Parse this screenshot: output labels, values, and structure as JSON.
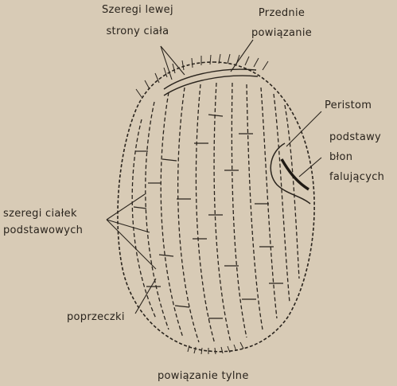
{
  "labels": {
    "left_rows": [
      "Szeregi lewej",
      "strony ciała"
    ],
    "anterior": [
      "Przednie",
      "powiązanie"
    ],
    "peristome": "Peristom",
    "membranelle_bases": [
      "podstawy",
      "błon",
      "falujących"
    ],
    "kinety": [
      "szeregi ciałek",
      "podstawowych"
    ],
    "crossbars": "poprzeczki",
    "posterior": "powiązanie tylne"
  },
  "colors": {
    "background": "#d8cbb6",
    "ink": "#2a241d"
  }
}
